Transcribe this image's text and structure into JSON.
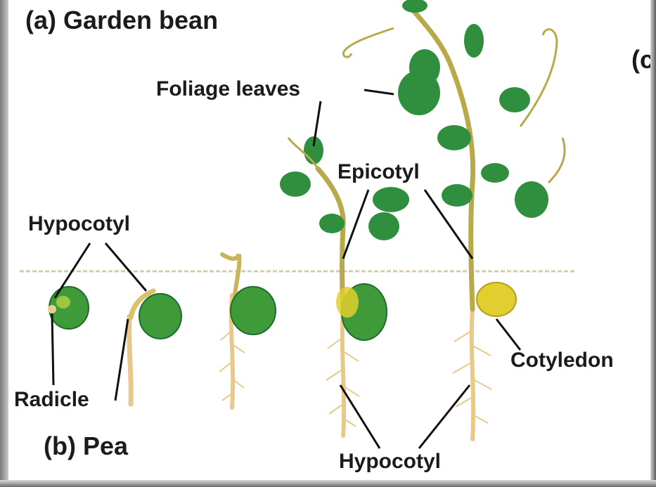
{
  "headings": {
    "garden_bean": "(a) Garden bean",
    "pea": "(b) Pea",
    "cut_off": "(c"
  },
  "labels": {
    "foliage_leaves": "Foliage leaves",
    "epicotyl": "Epicotyl",
    "hypocotyl_top": "Hypocotyl",
    "radicle": "Radicle",
    "cotyledon": "Cotyledon",
    "hypocotyl_bottom": "Hypocotyl"
  },
  "colors": {
    "leaf": "#2f8f3e",
    "leaf_dark": "#1f6b2c",
    "seed": "#3f9a3a",
    "stem": "#c9b45a",
    "root": "#e8d08a",
    "cotyledon": "#e0cf2f",
    "soil_line": "#d8c9a8"
  }
}
